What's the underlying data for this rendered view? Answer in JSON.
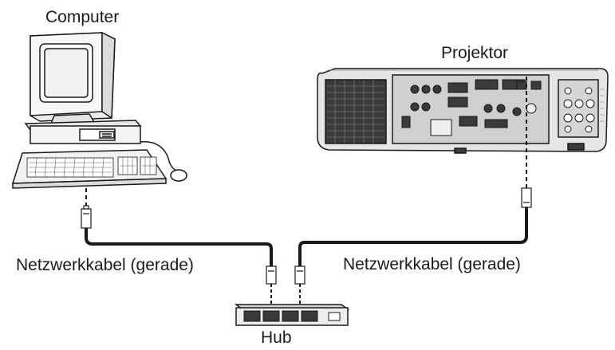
{
  "labels": {
    "computer": "Computer",
    "projector": "Projektor",
    "cable_left": "Netzwerkkabel (gerade)",
    "cable_right": "Netzwerkkabel (gerade)",
    "hub": "Hub"
  },
  "colors": {
    "line": "#1a1a1a",
    "device_body": "#f4f4f4",
    "projector_body": "#e6e6e6",
    "panel": "#d0d0d0",
    "dark": "#3a3a3a"
  },
  "connections": [
    {
      "from": "computer",
      "to": "hub",
      "cable": "cable_left"
    },
    {
      "from": "projector",
      "to": "hub",
      "cable": "cable_right"
    }
  ]
}
